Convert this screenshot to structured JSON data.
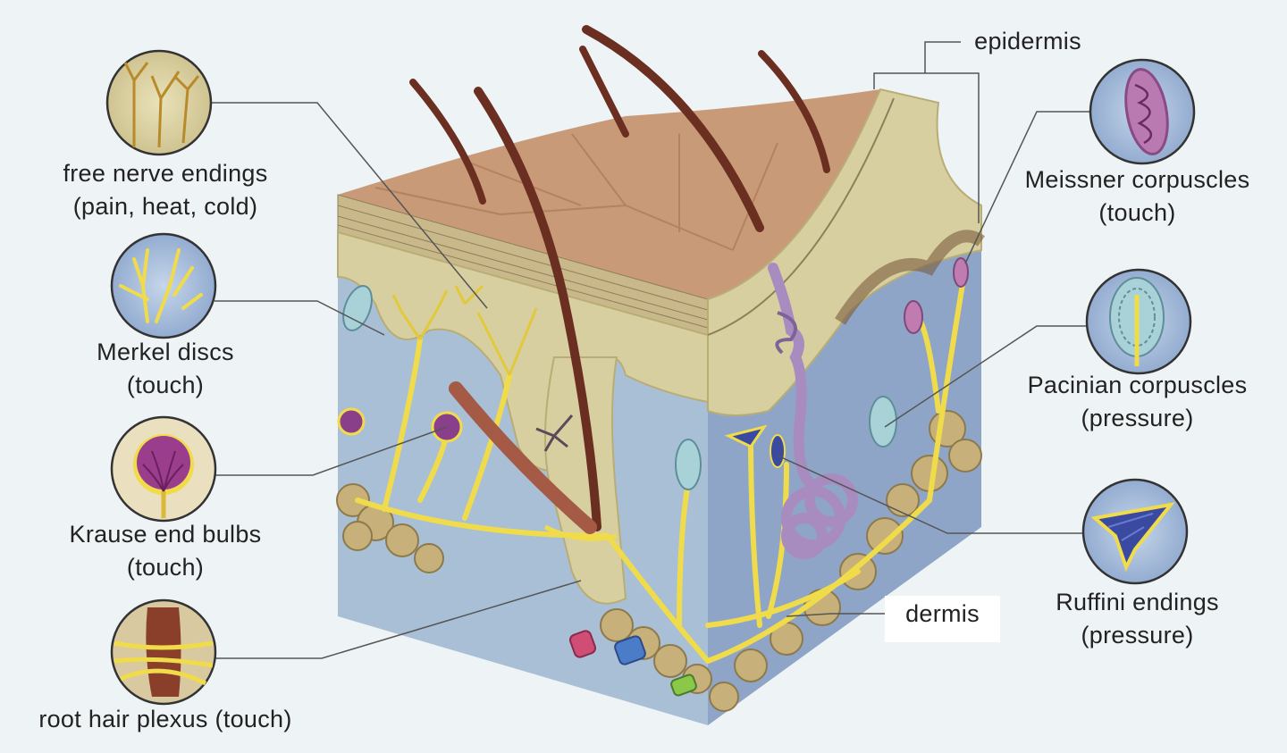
{
  "labels": {
    "free_nerve": {
      "line1": "free nerve endings",
      "line2": "(pain, heat, cold)"
    },
    "merkel": {
      "line1": "Merkel discs",
      "line2": "(touch)"
    },
    "krause": {
      "line1": "Krause end bulbs",
      "line2": "(touch)"
    },
    "root_hair": {
      "line1": "root hair plexus (touch)"
    },
    "epidermis": {
      "line1": "epidermis"
    },
    "meissner": {
      "line1": "Meissner corpuscles",
      "line2": "(touch)"
    },
    "pacinian": {
      "line1": "Pacinian corpuscles",
      "line2": "(pressure)"
    },
    "ruffini": {
      "line1": "Ruffini endings",
      "line2": "(pressure)"
    },
    "dermis": {
      "line1": "dermis"
    }
  },
  "colors": {
    "background": "#eef3f6",
    "skin_surface": "#c99a78",
    "epidermis": "#d8cfa0",
    "dermis": "#a9bfd6",
    "dermis_side": "#8ea5c8",
    "hair": "#6b2f22",
    "nerve": "#f0dc4a",
    "fat": "#c8b07a",
    "gland": "#a88cc0"
  }
}
